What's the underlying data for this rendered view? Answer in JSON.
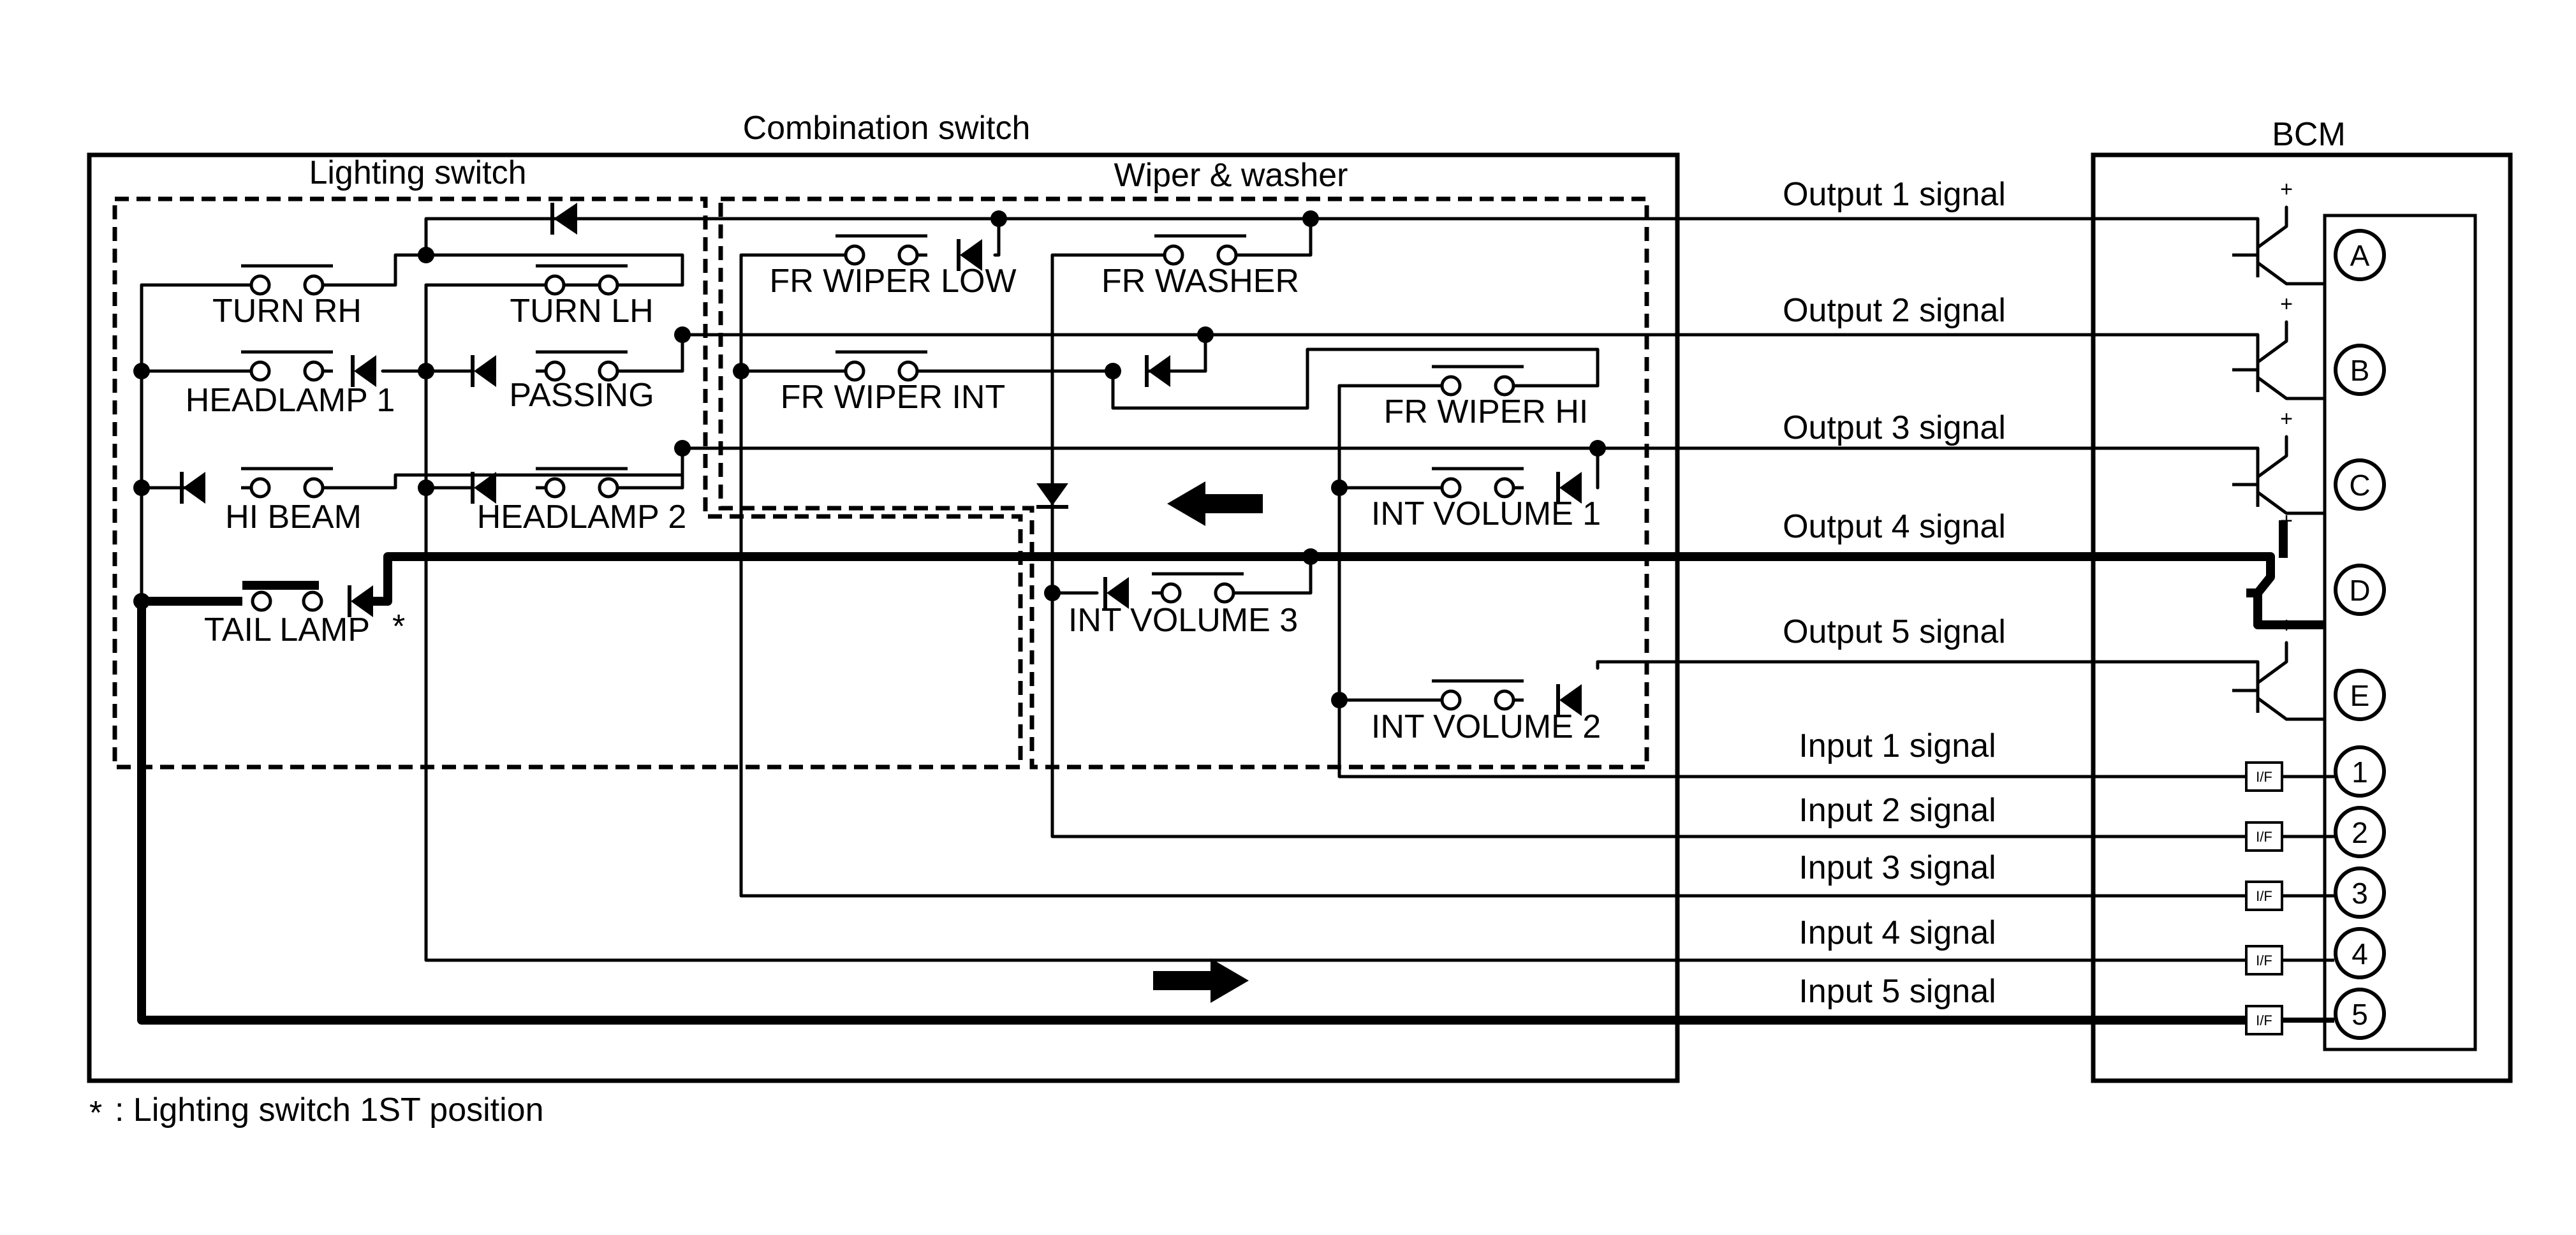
{
  "titles": {
    "combination_switch": "Combination switch",
    "lighting_switch": "Lighting switch",
    "wiper_washer": "Wiper & washer",
    "bcm": "BCM"
  },
  "switches": {
    "turn_rh": "TURN RH",
    "turn_lh": "TURN LH",
    "headlamp_1": "HEADLAMP 1",
    "passing": "PASSING",
    "hi_beam": "HI BEAM",
    "headlamp_2": "HEADLAMP 2",
    "tail_lamp": "TAIL LAMP",
    "tail_lamp_mark": "*",
    "fr_wiper_low": "FR WIPER LOW",
    "fr_washer": "FR WASHER",
    "fr_wiper_int": "FR WIPER INT",
    "fr_wiper_hi": "FR WIPER HI",
    "int_volume_1": "INT VOLUME 1",
    "int_volume_3": "INT VOLUME 3",
    "int_volume_2": "INT VOLUME 2"
  },
  "signals": {
    "output_1": "Output 1 signal",
    "output_2": "Output 2 signal",
    "output_3": "Output 3 signal",
    "output_4": "Output 4 signal",
    "output_5": "Output 5 signal",
    "input_1": "Input 1 signal",
    "input_2": "Input 2 signal",
    "input_3": "Input 3 signal",
    "input_4": "Input 4 signal",
    "input_5": "Input 5 signal"
  },
  "bcm_pins": {
    "a": "A",
    "b": "B",
    "c": "C",
    "d": "D",
    "e": "E",
    "p1": "1",
    "p2": "2",
    "p3": "3",
    "p4": "4",
    "p5": "5"
  },
  "interface_label": "I/F",
  "supply_mark": "+",
  "footnote": {
    "mark": "*",
    "text": ": Lighting switch 1ST position"
  }
}
